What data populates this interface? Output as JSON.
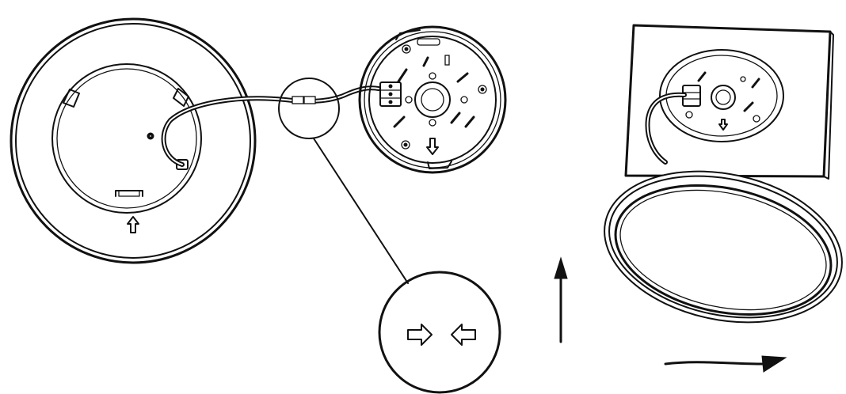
{
  "diagram": {
    "panels": [
      {
        "id": "ceiling-plate-wiring"
      },
      {
        "id": "wall-mount-base"
      },
      {
        "id": "connector-detail"
      },
      {
        "id": "lift-and-rotate-install"
      }
    ],
    "icons": {
      "up_arrow": "up-arrow-icon",
      "down_arrow": "down-arrow-icon",
      "push_right": "arrow-right-icon",
      "push_left": "arrow-left-icon",
      "lift": "lift-up-arrow-icon",
      "rotate": "rotate-clockwise-arrow-icon"
    },
    "colors": {
      "line": "#111111",
      "background": "#ffffff"
    }
  }
}
